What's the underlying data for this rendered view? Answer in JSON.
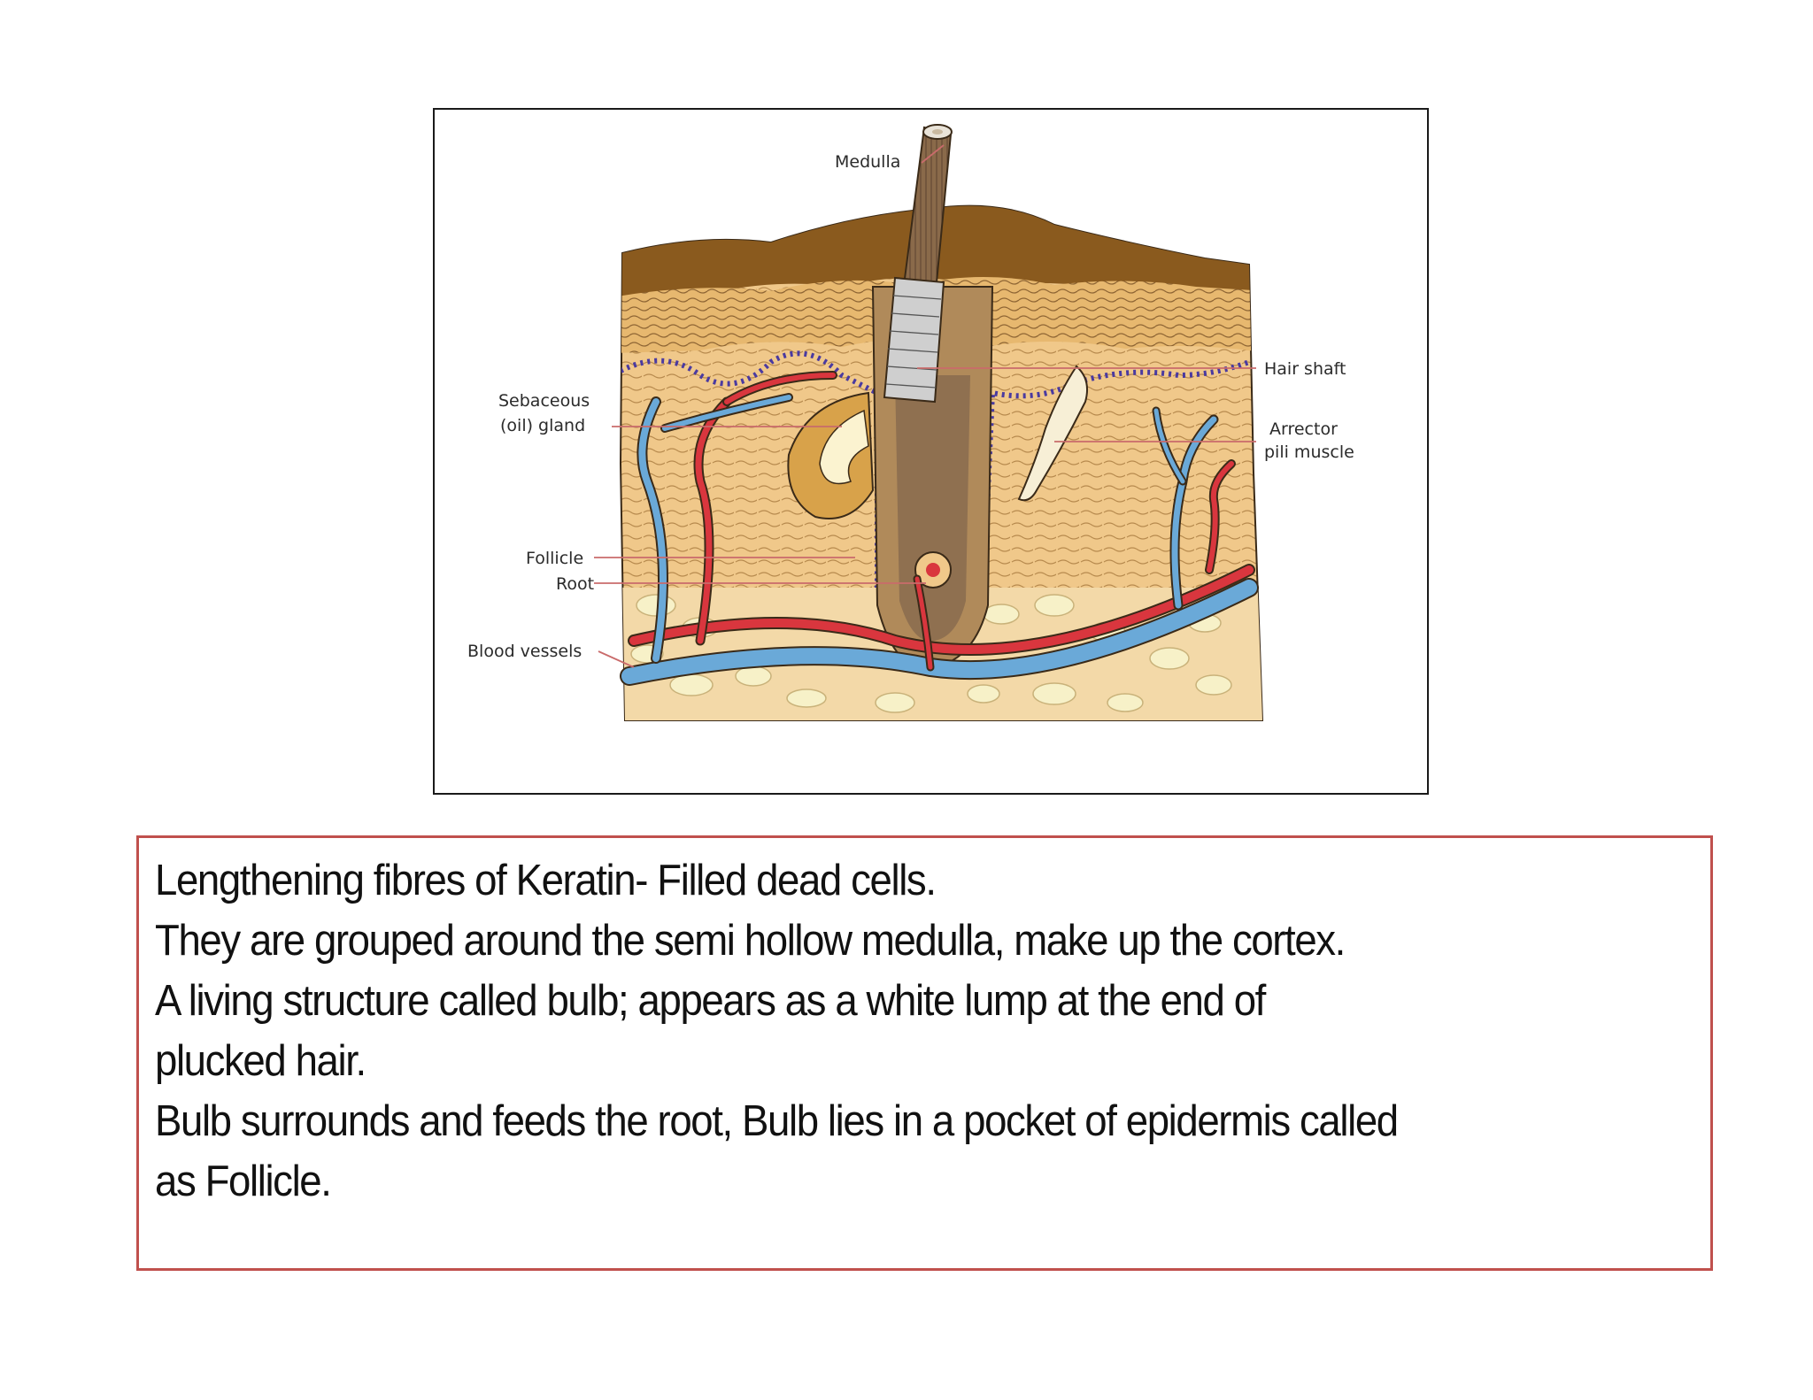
{
  "diagram": {
    "labels": {
      "medulla": "Medulla",
      "hair_shaft": "Hair shaft",
      "arrector_line1": "Arrector",
      "arrector_line2": "pili muscle",
      "sebaceous_line1": "Sebaceous",
      "sebaceous_line2": "(oil) gland",
      "follicle": "Follicle",
      "root": "Root",
      "blood_vessels": "Blood vessels"
    },
    "colors": {
      "surface": "#8a5a1e",
      "dermis": "#f0c88a",
      "artery": "#d9363e",
      "vein": "#6aa9d8",
      "fat": "#f4efc4",
      "hair": "#8a6a4a"
    }
  },
  "notes": {
    "lines": [
      "Lengthening fibres of Keratin- Filled dead cells.",
      "They are grouped around the semi hollow medulla, make up the cortex.",
      "A living structure called bulb; appears as a white lump at the end of",
      "plucked hair.",
      "Bulb surrounds and feeds the root, Bulb lies in a pocket of epidermis called",
      "as Follicle."
    ],
    "border_color": "#c0504d"
  }
}
